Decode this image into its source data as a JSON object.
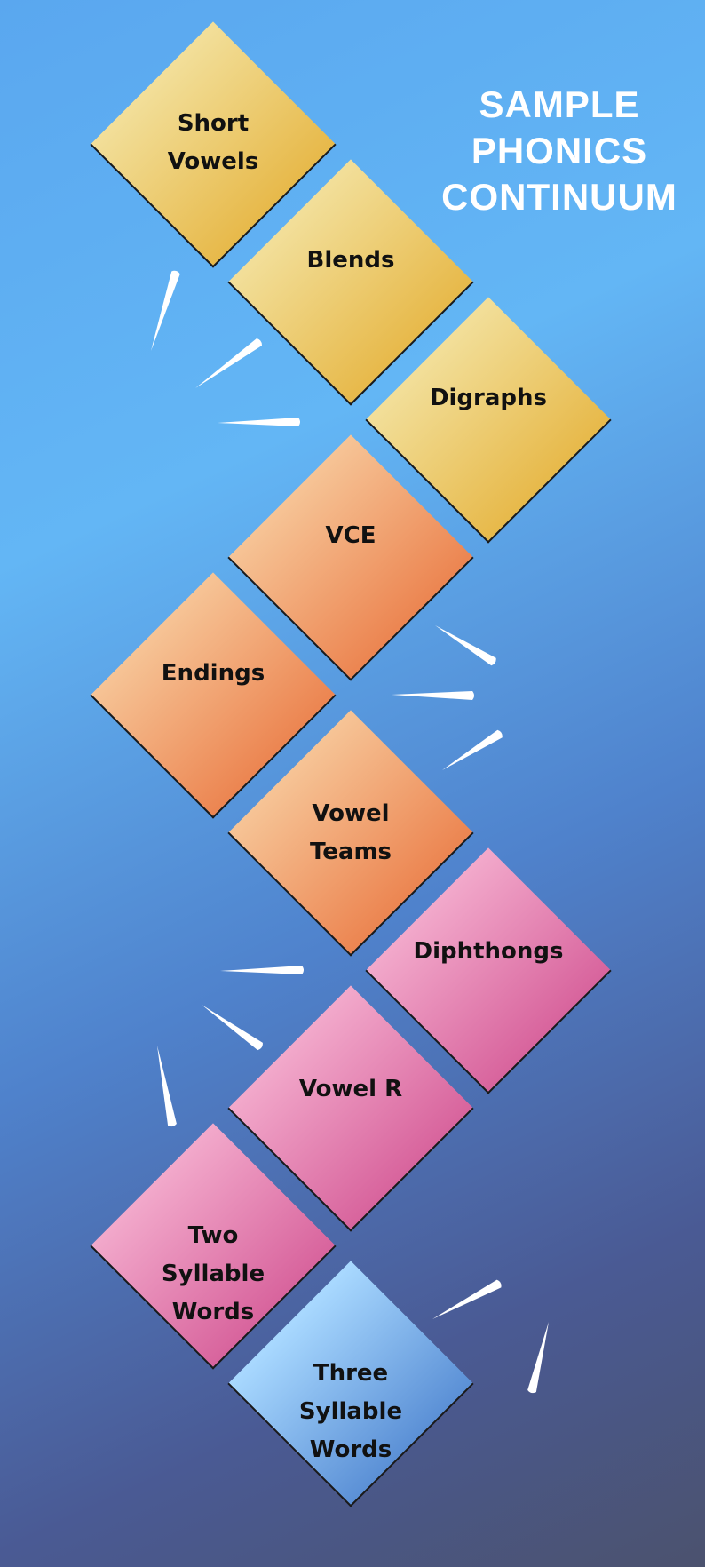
{
  "title_lines": [
    "SAMPLE",
    "PHONICS",
    "CONTINUUM"
  ],
  "steps": [
    {
      "lines": [
        "Short",
        "Vowels"
      ],
      "color": "yellow"
    },
    {
      "lines": [
        "Blends"
      ],
      "color": "yellow"
    },
    {
      "lines": [
        "Digraphs"
      ],
      "color": "yellow"
    },
    {
      "lines": [
        "VCE"
      ],
      "color": "orange"
    },
    {
      "lines": [
        "Endings"
      ],
      "color": "orange"
    },
    {
      "lines": [
        "Vowel",
        "Teams"
      ],
      "color": "orange"
    },
    {
      "lines": [
        "Diphthongs"
      ],
      "color": "pink"
    },
    {
      "lines": [
        "Vowel R"
      ],
      "color": "pink"
    },
    {
      "lines": [
        "Two",
        "Syllable",
        "Words"
      ],
      "color": "pink"
    },
    {
      "lines": [
        "Three",
        "Syllable",
        "Words"
      ],
      "color": "blue"
    }
  ],
  "palette": {
    "yellow": "#e7b94a",
    "orange": "#ec8551",
    "pink": "#d8649d",
    "blue": "#5b90d6",
    "title": "#ffffff"
  }
}
